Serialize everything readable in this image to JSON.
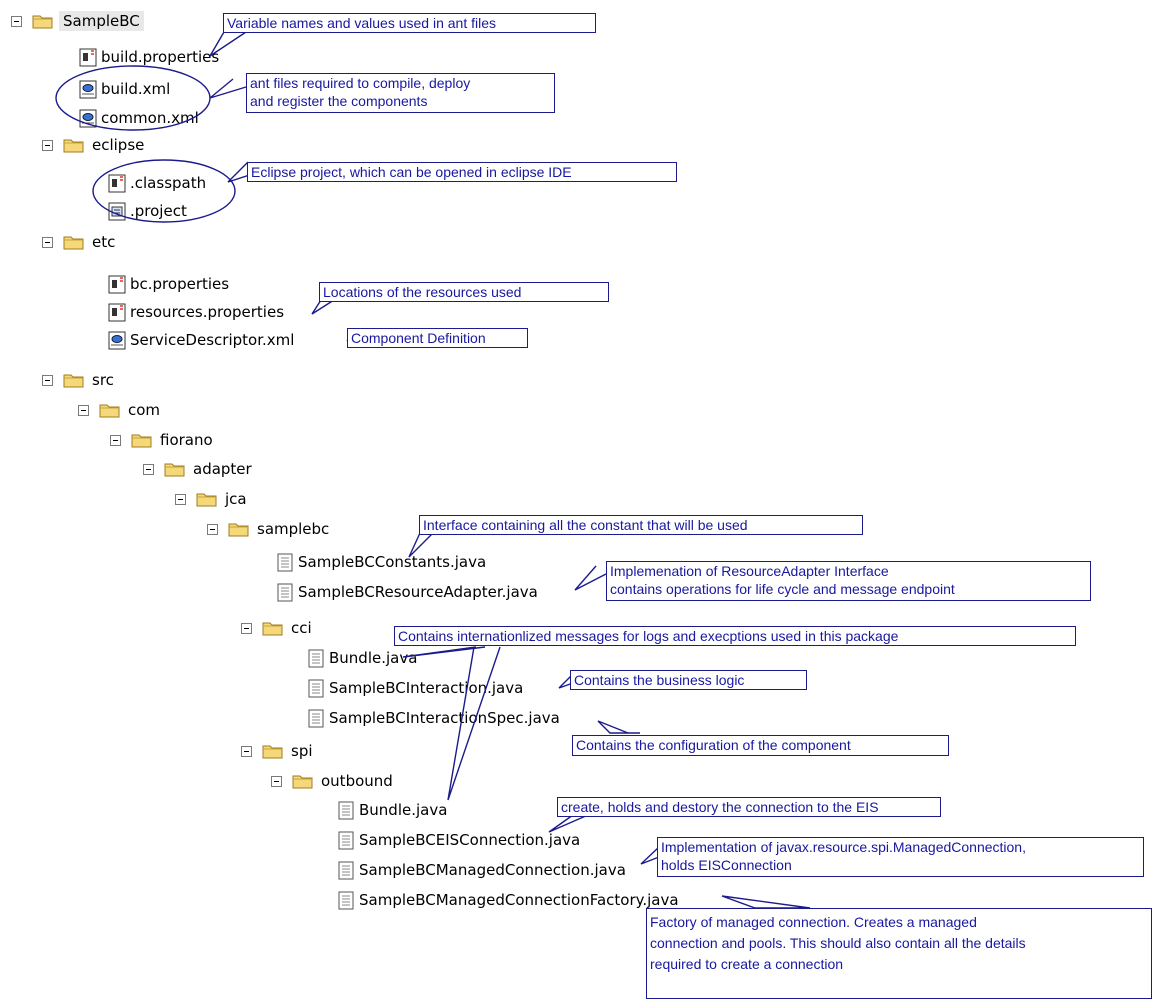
{
  "colors": {
    "callout_border": "#1b1b8e",
    "callout_text": "#1818a0",
    "folder": "#f4d879",
    "toggle_border": "#7a7a7a"
  },
  "tree": {
    "root": "SampleBC",
    "build_properties": "build.properties",
    "build_xml": "build.xml",
    "common_xml": "common.xml",
    "eclipse": "eclipse",
    "classpath": ".classpath",
    "project": ".project",
    "etc": "etc",
    "bc_properties": "bc.properties",
    "resources_properties": "resources.properties",
    "service_descriptor": "ServiceDescriptor.xml",
    "src": "src",
    "com": "com",
    "fiorano": "fiorano",
    "adapter": "adapter",
    "jca": "jca",
    "samplebc": "samplebc",
    "constants_java": "SampleBCConstants.java",
    "resource_adapter_java": "SampleBCResourceAdapter.java",
    "cci": "cci",
    "cci_bundle_java": "Bundle.java",
    "interaction_java": "SampleBCInteraction.java",
    "interaction_spec_java": "SampleBCInteractionSpec.java",
    "spi": "spi",
    "outbound": "outbound",
    "outbound_bundle_java": "Bundle.java",
    "eis_connection_java": "SampleBCEISConnection.java",
    "managed_connection_java": "SampleBCManagedConnection.java",
    "managed_connection_factory_java": "SampleBCManagedConnectionFactory.java"
  },
  "notes": {
    "variables": [
      "Variable names and values used in ant files"
    ],
    "ant_files": [
      "ant files required to compile, deploy",
      "and register the components"
    ],
    "eclipse_project": [
      "Eclipse project, which can be opened in eclipse IDE"
    ],
    "resources": [
      "Locations of the resources used"
    ],
    "component_definition": [
      "Component Definition"
    ],
    "constants": [
      "Interface containing all the constant that will be used"
    ],
    "resource_adapter": [
      "Implemenation of ResourceAdapter Interface",
      "contains operations for life cycle and message endpoint"
    ],
    "bundle": [
      "Contains internationlized messages for logs and execptions used in this package"
    ],
    "business_logic": [
      "Contains the business logic"
    ],
    "configuration": [
      "Contains the configuration of the component"
    ],
    "eis_connection": [
      "create, holds and destory the connection to the EIS"
    ],
    "managed_connection": [
      "Implementation of javax.resource.spi.ManagedConnection,",
      "holds EISConnection"
    ],
    "factory": [
      "Factory of managed connection. Creates a managed",
      "connection and pools. This should also contain all the details",
      "required to create a connection"
    ]
  }
}
